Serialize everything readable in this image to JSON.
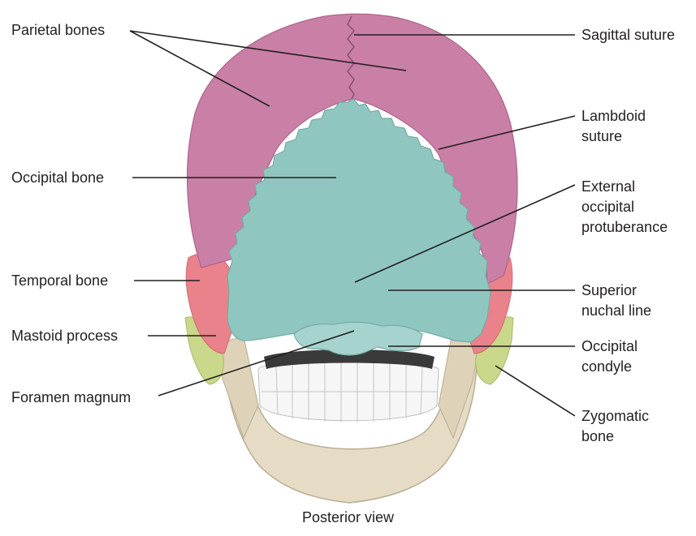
{
  "labels": {
    "parietal": "Parietal bones",
    "sagittal": "Sagittal suture",
    "lambdoid": [
      "Lambdoid",
      "suture"
    ],
    "occipital": "Occipital bone",
    "external": [
      "External",
      "occipital",
      "protuberance"
    ],
    "temporal": "Temporal bone",
    "superior": [
      "Superior",
      "nuchal line"
    ],
    "mastoid": "Mastoid process",
    "condyle": [
      "Occipital",
      "condyle"
    ],
    "foramen": "Foramen magnum",
    "zygomatic": [
      "Zygomatic",
      "bone"
    ]
  },
  "caption": "Posterior view",
  "colors": {
    "parietal": "#c97fa6",
    "occipital": "#8fc7c0",
    "temporal": "#e9828a",
    "zygomatic": "#c9d88a",
    "bone": "#e6dcc6",
    "teeth": "#f4f4f4"
  }
}
